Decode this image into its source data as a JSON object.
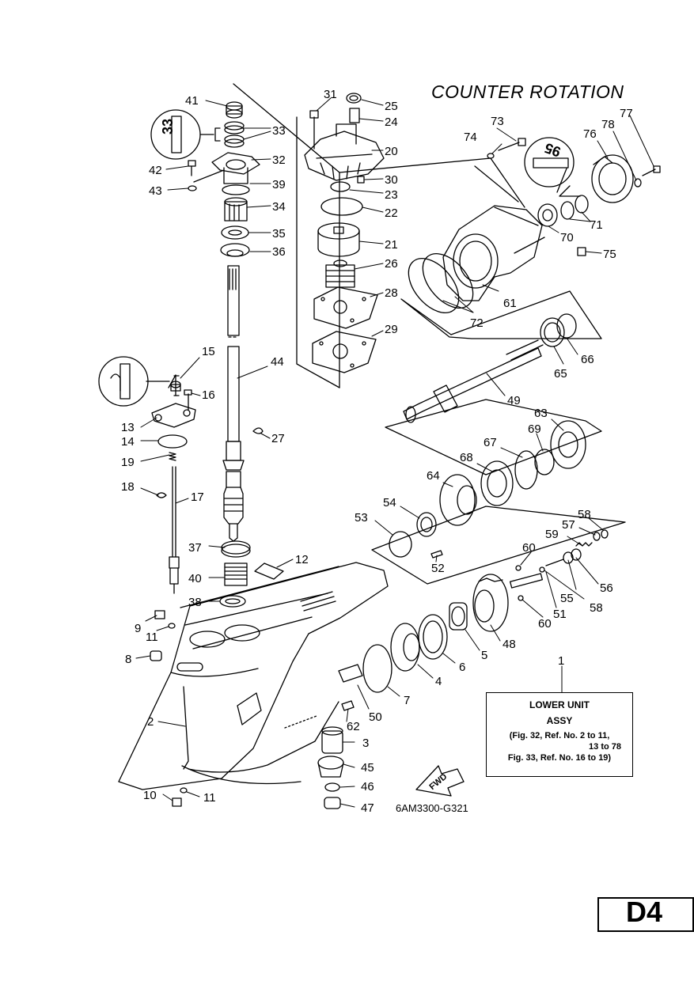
{
  "diagram": {
    "title": "COUNTER ROTATION",
    "part_code": "6AM3300-G321",
    "page_label": "D4",
    "infobox": {
      "line1": "LOWER UNIT",
      "line2": "ASSY",
      "line3": "(Fig. 32, Ref. No. 2 to 11,",
      "line4": "13 to 78",
      "line5": "Fig. 33, Ref. No. 16 to 19)"
    },
    "fwd_label": "FWD",
    "callouts": [
      "41",
      "33",
      "42",
      "32",
      "43",
      "39",
      "34",
      "35",
      "36",
      "31",
      "25",
      "24",
      "20",
      "30",
      "23",
      "22",
      "21",
      "26",
      "28",
      "29",
      "73",
      "74",
      "77",
      "78",
      "76",
      "71",
      "70",
      "75",
      "61",
      "72",
      "66",
      "65",
      "49",
      "44",
      "15",
      "16",
      "13",
      "14",
      "19",
      "18",
      "17",
      "27",
      "63",
      "69",
      "67",
      "68",
      "64",
      "54",
      "53",
      "52",
      "58",
      "57",
      "59",
      "55",
      "56",
      "60",
      "51",
      "37",
      "12",
      "40",
      "38",
      "9",
      "11",
      "8",
      "48",
      "5",
      "6",
      "4",
      "7",
      "50",
      "62",
      "3",
      "2",
      "45",
      "46",
      "10",
      "47",
      "1"
    ]
  },
  "colors": {
    "ink": "#000000",
    "background": "#ffffff"
  }
}
